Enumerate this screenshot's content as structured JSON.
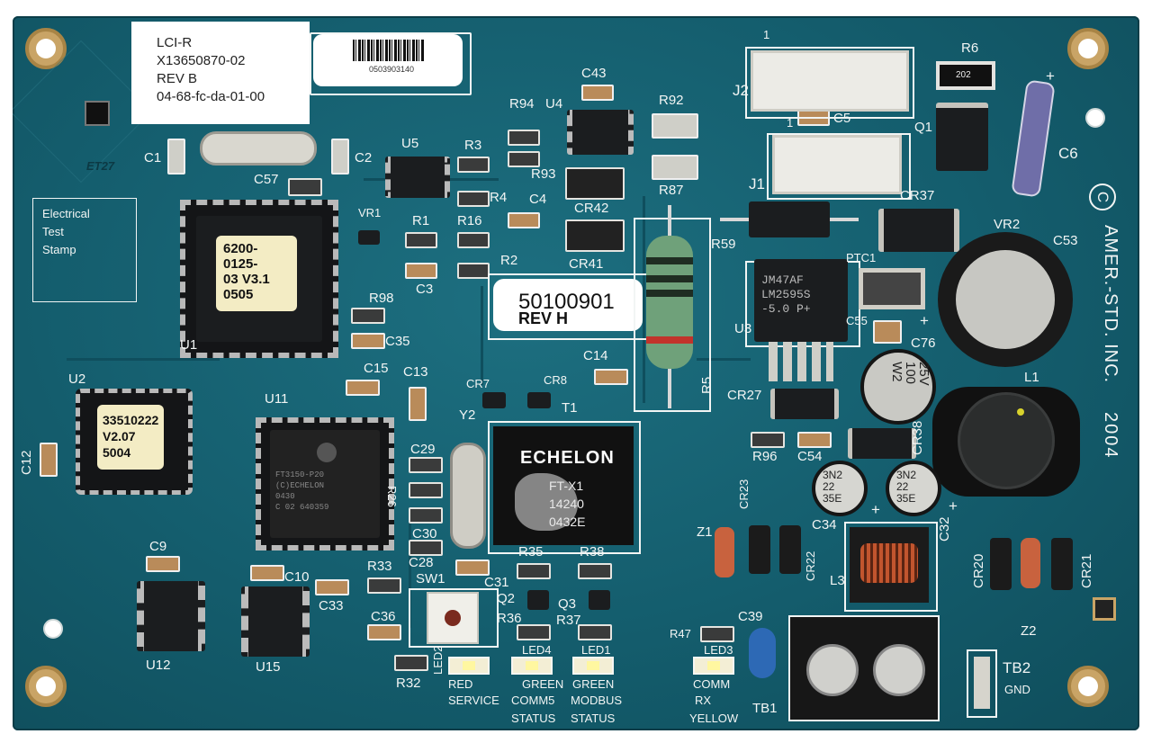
{
  "board": {
    "label_sticker": [
      "LCI-R",
      "X13650870-02",
      "REV B",
      "04-68-fc-da-01-00"
    ],
    "barcode_number": "0503903140",
    "stamp_lines": [
      "Electrical",
      "Test",
      "Stamp"
    ],
    "u1_sticker": [
      "6200-",
      "0125-",
      "03 V3.1",
      "0505"
    ],
    "u2_sticker": [
      "33510222",
      "V2.07",
      "5004"
    ],
    "rev_sticker": [
      "50100901",
      "REV H"
    ],
    "u11_marking": [
      "FT3150-P20",
      "(C)ECHELON",
      "0430",
      "C 02 640359"
    ],
    "echelon_module": [
      "ECHELON",
      "FT-X1",
      "14240",
      "0432E"
    ],
    "u3_marking": [
      "JM47AF",
      "LM2595S",
      "-5.0 P+"
    ],
    "cap_c76": [
      "25V",
      "100",
      "W2"
    ],
    "cap_c34": [
      "3N2",
      "22",
      "35E"
    ],
    "cap_c32": [
      "3N2",
      "22",
      "35E"
    ],
    "manufacturer": "AMER.-STD. INC.",
    "year": "2004",
    "copyright": "C",
    "et27": "ET27",
    "r6_value": "202"
  },
  "designators": {
    "C1": "C1",
    "C2": "C2",
    "C57": "C57",
    "U5": "U5",
    "R3": "R3",
    "R4": "R4",
    "R94": "R94",
    "U4": "U4",
    "C43": "C43",
    "R92": "R92",
    "R93": "R93",
    "C4": "C4",
    "R87": "R87",
    "CR42": "CR42",
    "VR1": "VR1",
    "R1": "R1",
    "R16": "R16",
    "R2": "R2",
    "C3": "C3",
    "CR41": "CR41",
    "J2": "J2",
    "J1": "J1",
    "C5": "C5",
    "R6": "R6",
    "Q1": "Q1",
    "C6": "C6",
    "CR37": "CR37",
    "R59": "R59",
    "VR2": "VR2",
    "C53": "C53",
    "PTC1": "PTC1",
    "U3": "U3",
    "C55": "C55",
    "C76": "C76",
    "L1": "L1",
    "R98": "R98",
    "C35": "C35",
    "U1": "U1",
    "U2": "U2",
    "C15": "C15",
    "C13": "C13",
    "CR7": "CR7",
    "CR8": "CR8",
    "C14": "C14",
    "R5": "R5",
    "CR27": "CR27",
    "U11": "U11",
    "Y2": "Y2",
    "T1": "T1",
    "CR38": "CR38",
    "R96": "R96",
    "C54": "C54",
    "C12": "C12",
    "C29": "C29",
    "R26": "R26",
    "CR23": "CR23",
    "Z1": "Z1",
    "C34": "C34",
    "C32": "C32",
    "C9": "C9",
    "C30": "C30",
    "C28": "C28",
    "R35": "R35",
    "R38": "R38",
    "CR22": "CR22",
    "L3": "L3",
    "CR20": "CR20",
    "CR21": "CR21",
    "C10": "C10",
    "R33": "R33",
    "SW1": "SW1",
    "C31": "C31",
    "Q2": "Q2",
    "Q3": "Q3",
    "C33": "C33",
    "C36": "C36",
    "R36": "R36",
    "R37": "R37",
    "C39": "C39",
    "Z2": "Z2",
    "U12": "U12",
    "U15": "U15",
    "R47": "R47",
    "LED2": "LED2",
    "LED4": "LED4",
    "LED1": "LED1",
    "LED3": "LED3",
    "R32": "R32",
    "TB1": "TB1",
    "TB2": "TB2",
    "GND": "GND",
    "J2_pin1": "1",
    "J1_pin1": "1"
  },
  "led_labels": {
    "red_service": [
      "RED",
      "SERVICE"
    ],
    "comm5": [
      "GREEN",
      "COMM5",
      "STATUS"
    ],
    "modbus": [
      "GREEN",
      "MODBUS",
      "STATUS"
    ],
    "comm_rx": [
      "COMM",
      "RX",
      "YELLOW"
    ]
  },
  "colors": {
    "pcb": "#145d6d",
    "silkscreen": "#f2f5f4",
    "pad_gold": "#c9a466",
    "ic_black": "#1b1d1f",
    "sticker": "#f3ecc4"
  }
}
